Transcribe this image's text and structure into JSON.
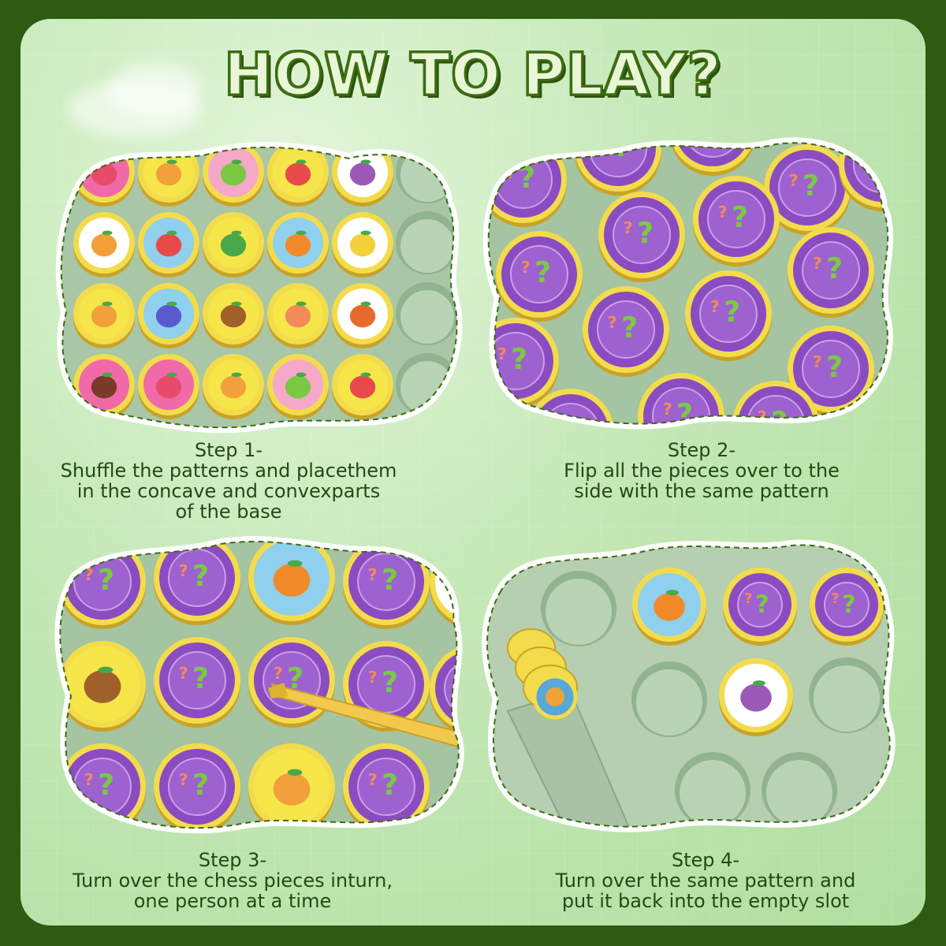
{
  "title": "HOW TO PLAY?",
  "steps": [
    {
      "label": "Step 1-",
      "lines": [
        "Shuffle the patterns and placethem",
        "in the concave and convexparts",
        "of the base"
      ]
    },
    {
      "label": "Step 2-",
      "lines": [
        "Flip all the pieces over to the",
        "side with the same pattern"
      ]
    },
    {
      "label": "Step 3-",
      "lines": [
        "Turn over the chess pieces inturn,",
        "one person at a time"
      ]
    },
    {
      "label": "Step 4-",
      "lines": [
        "Turn over the same pattern and",
        "put it back into the empty slot"
      ]
    }
  ],
  "colors": {
    "frame": "#2f5a12",
    "title_fill": "#eaf7d6",
    "title_stroke": "#3d6d14",
    "board": "#a9c7a6",
    "token_rim": "#f3dc4c",
    "token_back": "#8a4cc0",
    "caption_text": "#234a10"
  },
  "icons": [
    "cloud-shape-frame",
    "fruit-token",
    "question-mark-token",
    "tweezers",
    "token-stack"
  ]
}
